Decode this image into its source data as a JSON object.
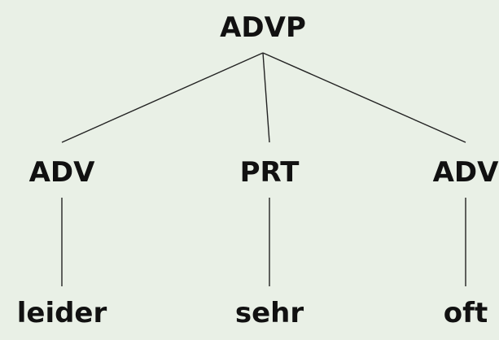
{
  "tree": {
    "root": {
      "label": "ADVP"
    },
    "categories": [
      {
        "label": "ADV"
      },
      {
        "label": "PRT"
      },
      {
        "label": "ADV"
      }
    ],
    "words": [
      {
        "label": "leider"
      },
      {
        "label": "sehr"
      },
      {
        "label": "oft"
      }
    ]
  },
  "colors": {
    "background": "#e9f0e6",
    "text": "#111111",
    "line": "#222222"
  }
}
